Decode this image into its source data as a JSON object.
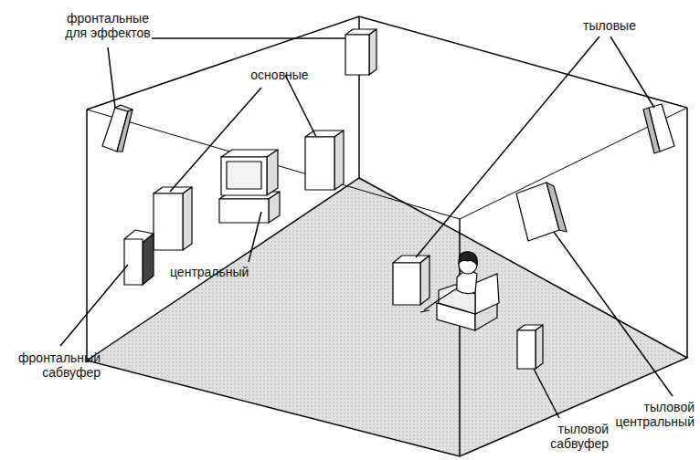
{
  "diagram": {
    "labels": [
      "фронтальные для эффектов",
      "тыловые",
      "основные",
      "центральный",
      "фронтальный сабвуфер",
      "тыловой центральный",
      "тыловой сабвуфер"
    ]
  }
}
